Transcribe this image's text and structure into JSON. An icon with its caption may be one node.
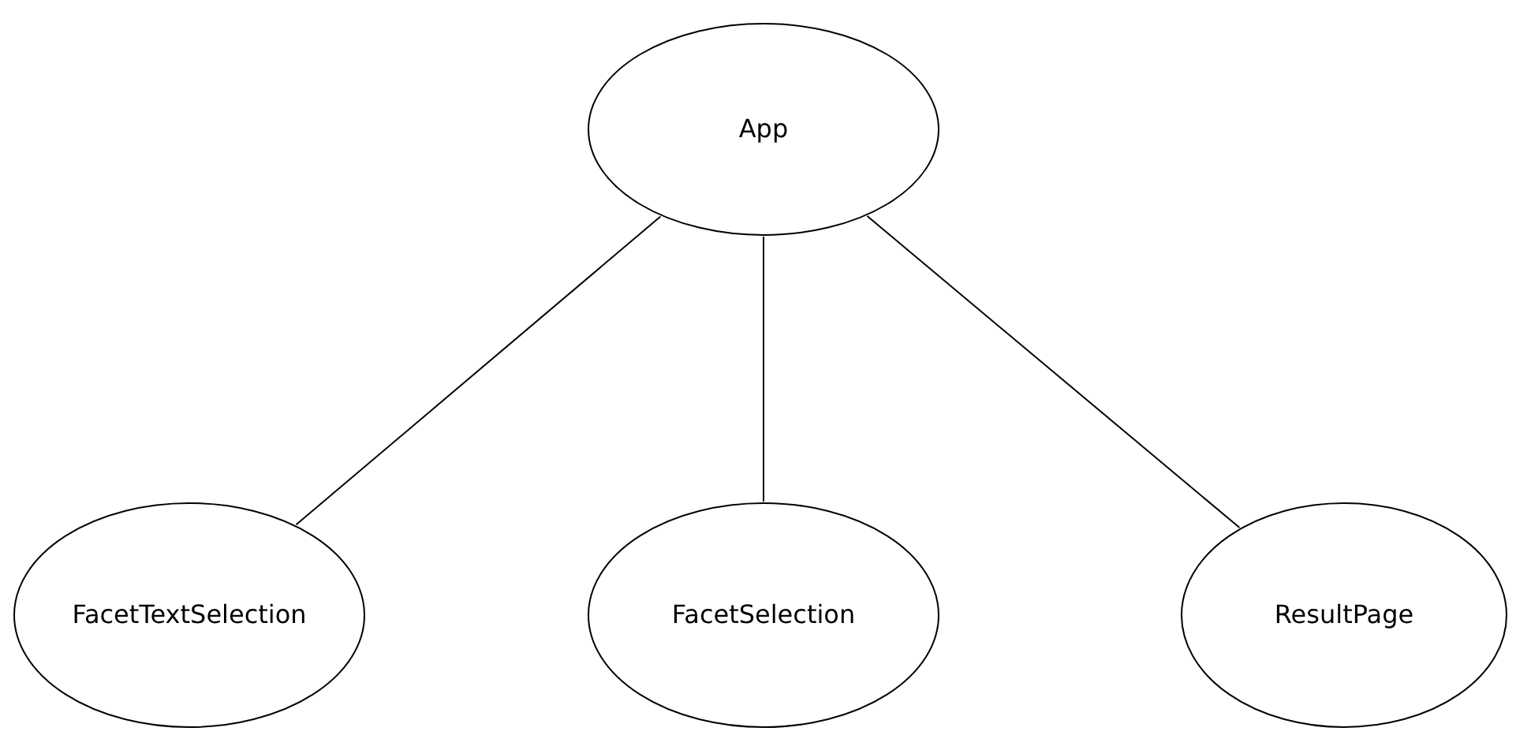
{
  "diagram": {
    "nodes": [
      {
        "text": [
          "App"
        ]
      },
      {
        "text": [
          "FacetTextSelection"
        ]
      },
      {
        "text": [
          "FacetSelection"
        ]
      },
      {
        "text": [
          "ResultPage"
        ]
      }
    ],
    "edges": [
      {
        "from": 0,
        "to": 1,
        "arrow": "none"
      },
      {
        "from": 0,
        "to": 2,
        "arrow": "none"
      },
      {
        "from": 0,
        "to": 3,
        "arrow": "none"
      }
    ]
  }
}
